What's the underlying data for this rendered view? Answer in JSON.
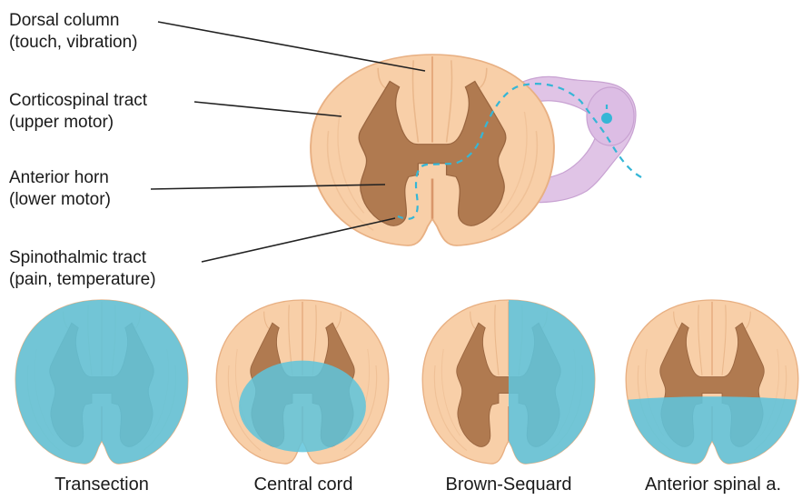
{
  "labels": [
    {
      "line1": "Dorsal column",
      "line2": "(touch, vibration)"
    },
    {
      "line1": "Corticospinal tract",
      "line2": "(upper motor)"
    },
    {
      "line1": "Anterior horn",
      "line2": "(lower motor)"
    },
    {
      "line1": "Spinothalmic tract",
      "line2": "(pain, temperature)"
    }
  ],
  "lesions": [
    {
      "caption": "Transection"
    },
    {
      "caption": "Central cord"
    },
    {
      "caption": "Brown-Sequard"
    },
    {
      "caption": "Anterior spinal a."
    }
  ],
  "colors": {
    "white_matter": "#f8cfa8",
    "white_matter_edge": "#e8b083",
    "gray_matter": "#b07a50",
    "gray_matter_dark": "#9a6640",
    "nerve_root": "#e0c4e6",
    "nerve_root_edge": "#c8a2d2",
    "pathway": "#35b6d6",
    "lesion": "#5ec4dc"
  }
}
